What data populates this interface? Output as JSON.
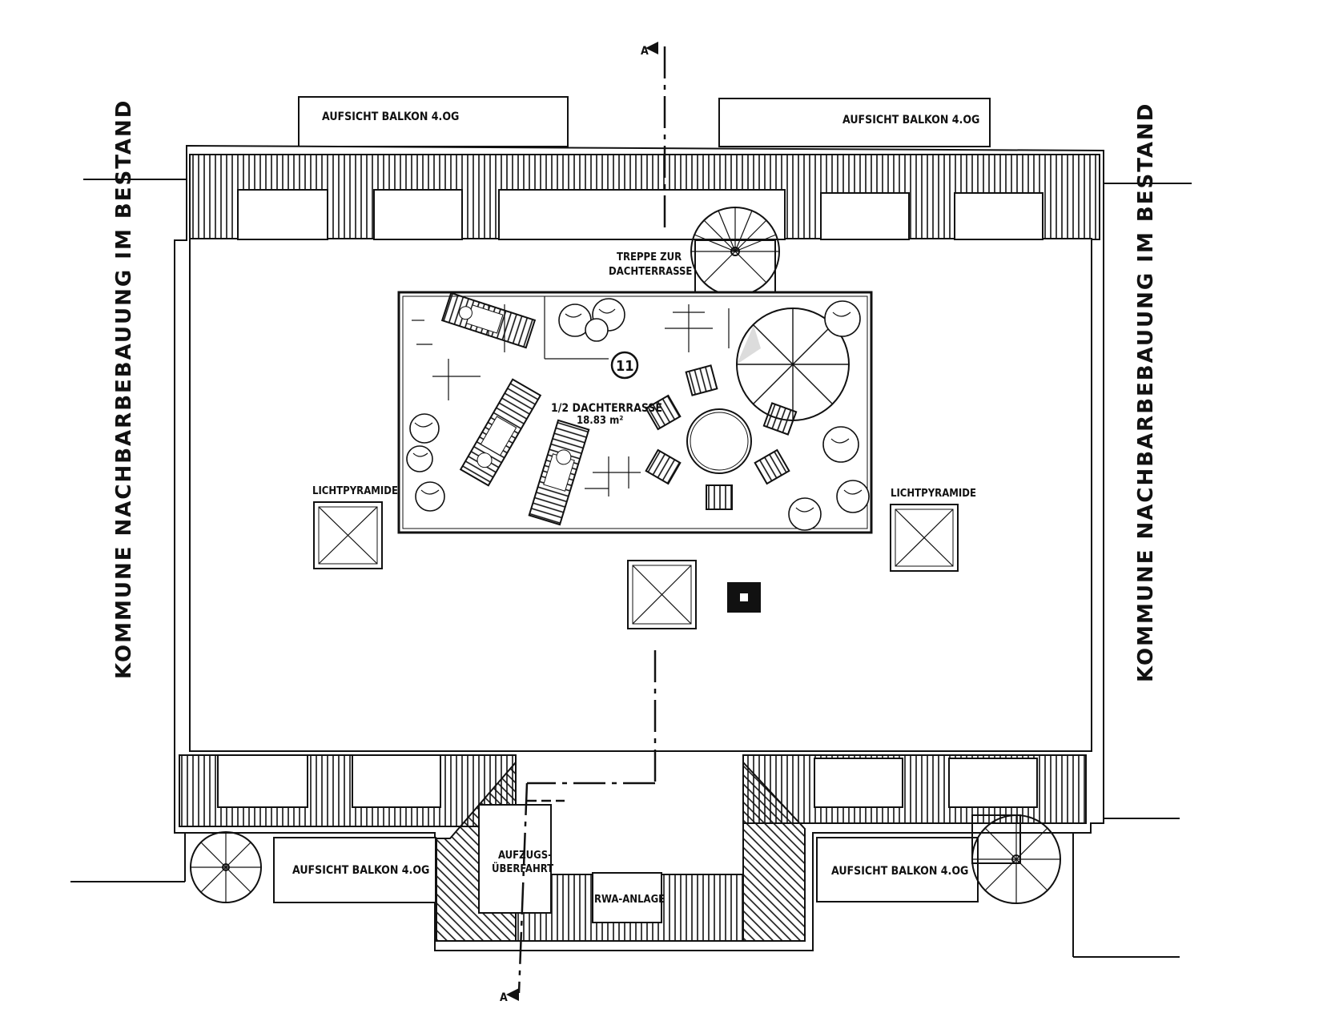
{
  "labels": {
    "balcony_top_left": "AUFSICHT BALKON 4.OG",
    "balcony_top_right": "AUFSICHT BALKON 4.OG",
    "balcony_bottom_left": "AUFSICHT BALKON 4.OG",
    "balcony_bottom_right": "AUFSICHT BALKON 4.OG",
    "stair_line1": "TREPPE ZUR",
    "stair_line2": "DACHTERRASSE",
    "room_number": "11",
    "terrace_name": "1/2 DACHTERRASSE",
    "terrace_area": "18.83 m²",
    "skylight_left": "LICHTPYRAMIDE",
    "skylight_right": "LICHTPYRAMIDE",
    "elevator_line1": "AUFZUGS-",
    "elevator_line2": "ÜBERFAHRT",
    "smoke_vent": "RWA-ANLAGE",
    "neighbor_left": "KOMMUNE NACHBARBEBAUUNG IM BESTAND",
    "neighbor_right": "KOMMUNE NACHBARBEBAUUNG IM BESTAND",
    "section_top": "A",
    "section_bottom": "A"
  },
  "icons": [
    "section-arrow-icon",
    "spiral-stair-icon",
    "sun-lounger-icon",
    "parasol-icon",
    "round-table-icon",
    "chair-icon",
    "plant-icon",
    "skylight-pyramid-icon"
  ]
}
